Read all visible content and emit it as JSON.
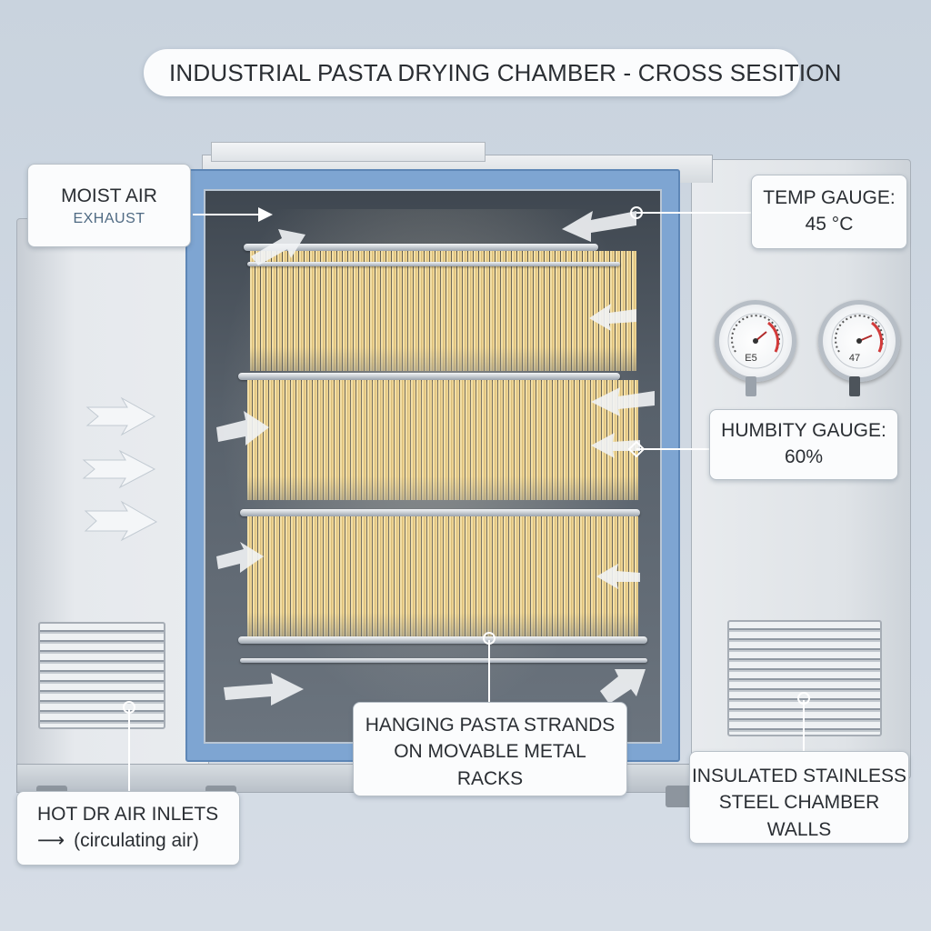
{
  "title": "INDUSTRIAL PASTA DRYING CHAMBER - CROSS SESITION",
  "callouts": {
    "moist_air": {
      "line1": "MOIST AIR",
      "line2": "EXHAUST"
    },
    "temp_gauge": {
      "line1": "TEMP GAUGE:",
      "line2": "45 °C"
    },
    "humidity_gauge": {
      "line1": "HUMBITY GAUGE:",
      "line2": "60%"
    },
    "pasta_racks": {
      "line1": "HANGING PASTA STRANDS",
      "line2": "ON MOVABLE METAL",
      "line3": "RACKS"
    },
    "insulated_walls": {
      "line1": "INSULATED STAINLESS",
      "line2": "STEEL CHAMBER",
      "line3": "WALLS"
    },
    "hot_air_inlets": {
      "line1": "HOT DR  AIR INLETS",
      "arrow": "⟶",
      "line2": "(circulating air)"
    }
  },
  "gauges": {
    "left_label": "E5",
    "right_label": "47"
  },
  "colors": {
    "chamber_frame": "#7ea5d2",
    "pasta": "#ecd291",
    "background": "#cfd8e2"
  }
}
